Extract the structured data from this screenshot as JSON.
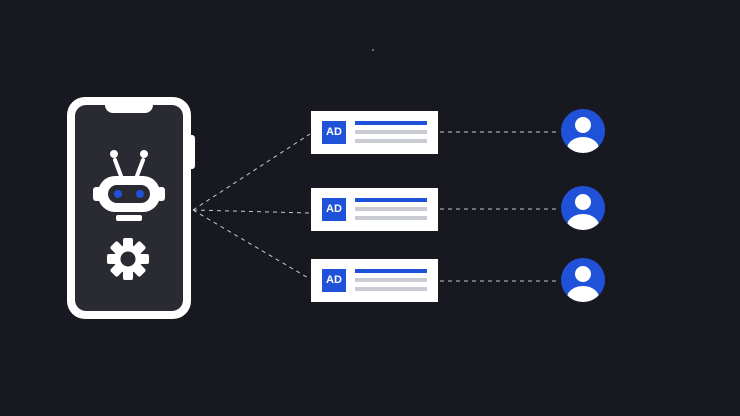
{
  "colors": {
    "background": "#181820",
    "phone": "#ffffff",
    "screen": "#2a2a33",
    "accent": "#1f52d8",
    "placeholder_line": "#c9ccd3",
    "connector": "#c8c8d0"
  },
  "phone": {
    "icons": [
      "robot-icon",
      "gear-icon"
    ]
  },
  "ads": [
    {
      "badge": "AD"
    },
    {
      "badge": "AD"
    },
    {
      "badge": "AD"
    }
  ],
  "users": [
    {
      "icon": "user-icon"
    },
    {
      "icon": "user-icon"
    },
    {
      "icon": "user-icon"
    }
  ]
}
